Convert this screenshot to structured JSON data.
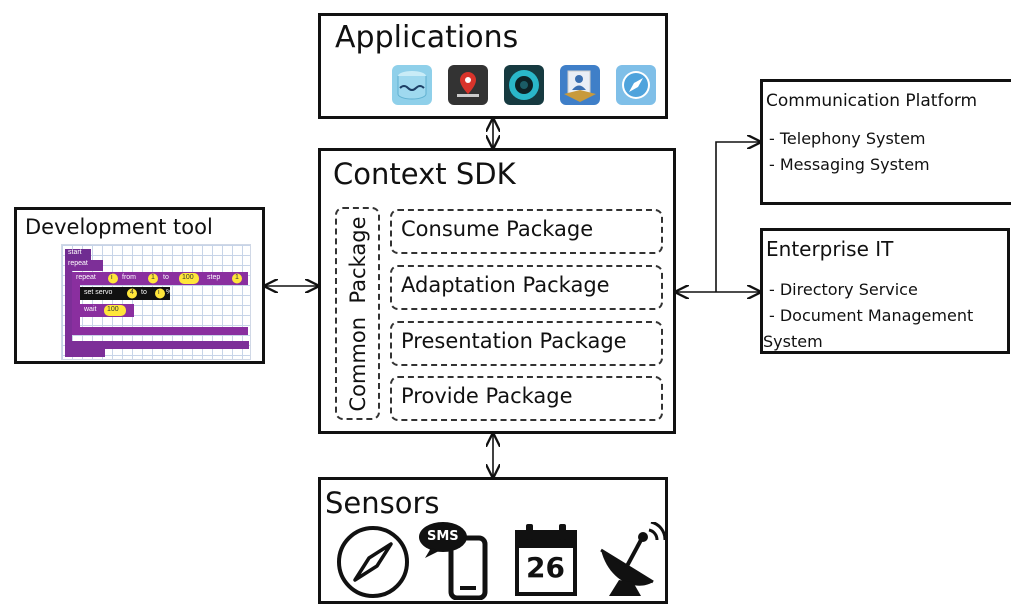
{
  "applications": {
    "title": "Applications"
  },
  "context_sdk": {
    "title": "Context SDK",
    "common_package": "Common  Package",
    "packages": [
      "Consume Package",
      "Adaptation Package",
      "Presentation Package",
      "Provide Package"
    ]
  },
  "development_tool": {
    "title": "Development tool",
    "blocks": {
      "start": "start",
      "repeat": "repeat",
      "repeat_inner": "repeat",
      "from": "from",
      "from_val": "1",
      "to": "to",
      "to_val": "100",
      "step": "step",
      "step_val": "1",
      "set_servo": "set servo",
      "servo_val": "4",
      "to2": "to",
      "percent": "%",
      "wait": "wait",
      "wait_val": "100",
      "var_i": "i"
    }
  },
  "communication_platform": {
    "title": "Communication Platform",
    "items": [
      "- Telephony System",
      "- Messaging System"
    ]
  },
  "enterprise_it": {
    "title": "Enterprise IT",
    "items": [
      "- Directory Service",
      "- Document Management",
      "System"
    ]
  },
  "sensors": {
    "title": "Sensors",
    "sms_label": "SMS",
    "calendar_day": "26"
  }
}
